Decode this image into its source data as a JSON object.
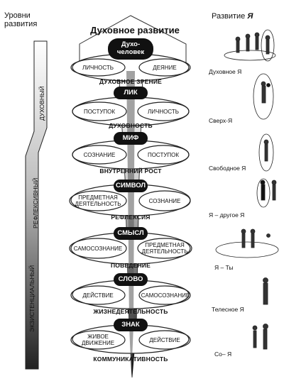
{
  "header": {
    "left_title": [
      "Уровни",
      "развития"
    ],
    "right_title_prefix": "Развитие",
    "right_title_emph": "Я"
  },
  "main_title": "Духовное развитие",
  "levels": [
    {
      "node": "Духо-\nчеловек",
      "left": "ЛИЧНОСТЬ",
      "right": "ДЕЯНИЕ",
      "band": "ДУХОВНОЕ ЗРЕНИЕ",
      "self": "Духовное Я"
    },
    {
      "node": "ЛИК",
      "left": "ПОСТУПОК",
      "right": "ЛИЧНОСТЬ",
      "band": "ДУХОВНОСТЬ",
      "self": "Сверх-Я"
    },
    {
      "node": "МИФ",
      "left": "СОЗНАНИЕ",
      "right": "ПОСТУПОК",
      "band": "ВНУТРЕННИЙ РОСТ",
      "self": "Свободное Я"
    },
    {
      "node": "СИМВОЛ",
      "left": "ПРЕДМЕТНАЯ\nДЕЯТЕЛЬНОСТЬ",
      "right": "СОЗНАНИЕ",
      "band": "РЕФЛЕКСИЯ",
      "self": "Я – другое Я"
    },
    {
      "node": "СМЫСЛ",
      "left": "САМОСОЗНАНИЕ",
      "right": "ПРЕДМЕТНАЯ\nДЕЯТЕЛЬНОСТЬ",
      "band": "ПОВЕДЕНИЕ",
      "self": "Я – Ты"
    },
    {
      "node": "СЛОВО",
      "left": "ДЕЙСТВИЕ",
      "right": "САМОСОЗНАНИЕ",
      "band": "ЖИЗНЕДЕЯТЕЛЬНОСТЬ",
      "self": "Телесное Я"
    },
    {
      "node": "ЗНАК",
      "left": "ЖИВОЕ\nДВИЖЕНИЕ",
      "right": "ДЕЙСТВИЕ",
      "band": "КОММУНИКАТИВНОСТЬ",
      "self": "Со– Я"
    }
  ],
  "left_column": {
    "levels": [
      "ДУХОВНЫЙ",
      "РЕФЛЕКСИВНЫЙ",
      "ЭКЗИСТЕНЦИАЛЬНЫЙ"
    ]
  }
}
